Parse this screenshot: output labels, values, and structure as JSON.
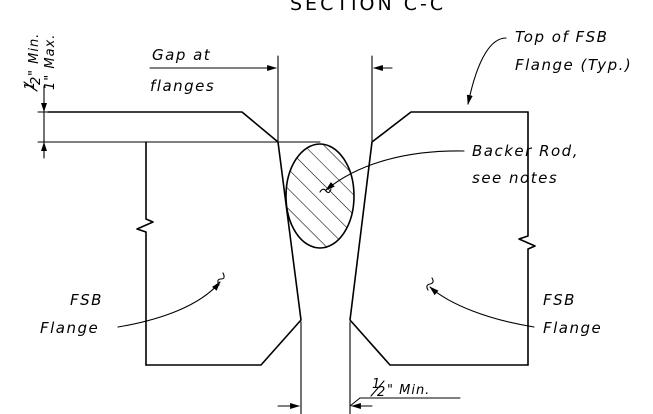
{
  "title": "SECTION C-C",
  "labels": {
    "gap_line1": "Gap at",
    "gap_line2": "flanges",
    "top_line1": "Top of FSB",
    "top_line2": "Flange (Typ.)",
    "backer_line1": "Backer Rod,",
    "backer_line2": "see notes",
    "fsb_left_line1": "FSB",
    "fsb_left_line2": "Flange",
    "fsb_right_line1": "FSB",
    "fsb_right_line2": "Flange"
  },
  "dims": {
    "depth_min_num": "1",
    "depth_min_den": "2",
    "depth_min_text": "\" Min.",
    "depth_max_text": "1\" Max.",
    "gap_min_num": "1",
    "gap_min_den": "2",
    "gap_min_text": "\" Min."
  }
}
